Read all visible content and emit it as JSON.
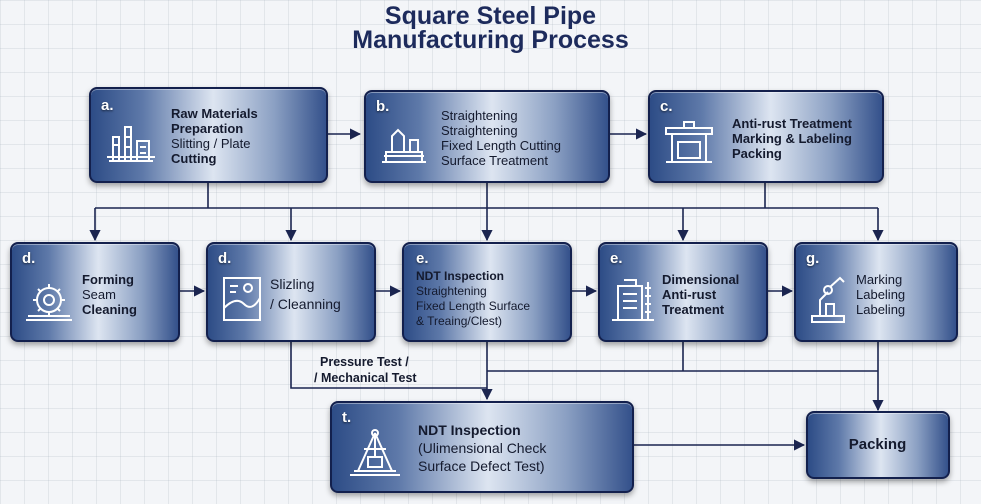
{
  "title_line1": "Square Steel Pipe",
  "title_line2": "Manufacturing Process",
  "boxes": {
    "a": {
      "letter": "a.",
      "lines": [
        "Raw Materials",
        "Preparation",
        "Slitting / Plate",
        "Cutting"
      ],
      "icon": "factory-icon"
    },
    "b": {
      "letter": "b.",
      "lines": [
        "Straightening",
        "Straightening",
        "Fixed Length Cutting",
        "Surface Treatment"
      ],
      "icon": "cutting-machine-icon"
    },
    "c": {
      "letter": "c.",
      "lines": [
        "Anti-rust Treatment",
        "Marking & Labeling",
        "Packing"
      ],
      "icon": "gantry-icon"
    },
    "d1": {
      "letter": "d.",
      "lines": [
        "Forming",
        "Seam",
        "Cleaning"
      ],
      "icon": "forming-roller-icon"
    },
    "d2": {
      "letter": "d.",
      "lines": [
        "Slizling",
        "/ Cleanning"
      ],
      "icon": "map-frame-icon"
    },
    "e1": {
      "letter": "e.",
      "lines": [
        "NDT Inspection",
        "Straightening",
        "Fixed Length Surface",
        "& Treaing/Clest)"
      ],
      "icon": ""
    },
    "e2": {
      "letter": "e.",
      "lines": [
        "Dimensional",
        "Anti-rust",
        "Treatment"
      ],
      "icon": "measuring-station-icon"
    },
    "g": {
      "letter": "g.",
      "lines": [
        "Marking",
        "Labeling",
        "Labeling"
      ],
      "icon": "robot-arm-icon"
    },
    "t": {
      "letter": "t.",
      "lines": [
        "NDT Inspection",
        "(Ulimensional Check",
        "Surface Defect Test)"
      ],
      "icon": "inspection-rig-icon"
    },
    "packing": {
      "letter": "",
      "lines": [
        "Packing"
      ],
      "icon": ""
    }
  },
  "side_label": [
    "Pressure Test /",
    "/ Mechanical Test"
  ],
  "colors": {
    "title": "#1d2b5c",
    "border": "#13204d",
    "line": "#1b2550"
  }
}
